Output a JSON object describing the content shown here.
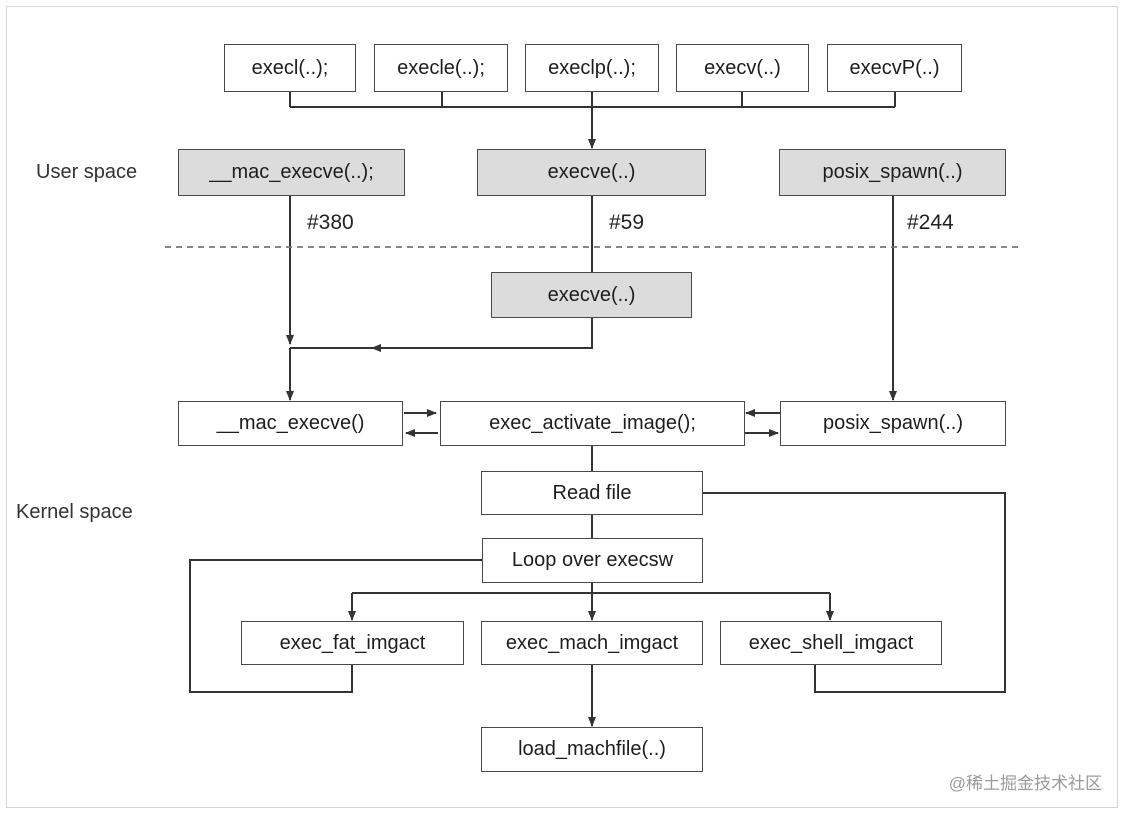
{
  "regions": {
    "user_space": "User space",
    "kernel_space": "Kernel space"
  },
  "boxes": {
    "execl": "execl(..);",
    "execle": "execle(..);",
    "execlp": "execlp(..);",
    "execv": "execv(..)",
    "execvP": "execvP(..)",
    "mac_execve_user": "__mac_execve(..);",
    "execve_user": "execve(..)",
    "posix_spawn_user": "posix_spawn(..)",
    "execve_kernel": "execve(..)",
    "mac_execve_kernel": "__mac_execve()",
    "exec_activate_image": "exec_activate_image();",
    "posix_spawn_kernel": "posix_spawn(..)",
    "read_file": "Read file",
    "loop_execsw": "Loop over execsw",
    "exec_fat_imgact": "exec_fat_imgact",
    "exec_mach_imgact": "exec_mach_imgact",
    "exec_shell_imgact": "exec_shell_imgact",
    "load_machfile": "load_machfile(..)"
  },
  "syscalls": {
    "mac_execve": "#380",
    "execve": "#59",
    "posix_spawn": "#244"
  },
  "watermark": "@稀土掘金技术社区",
  "colors": {
    "box_gray": "#dcdcdc",
    "line": "#333333",
    "separator": "#777777"
  }
}
